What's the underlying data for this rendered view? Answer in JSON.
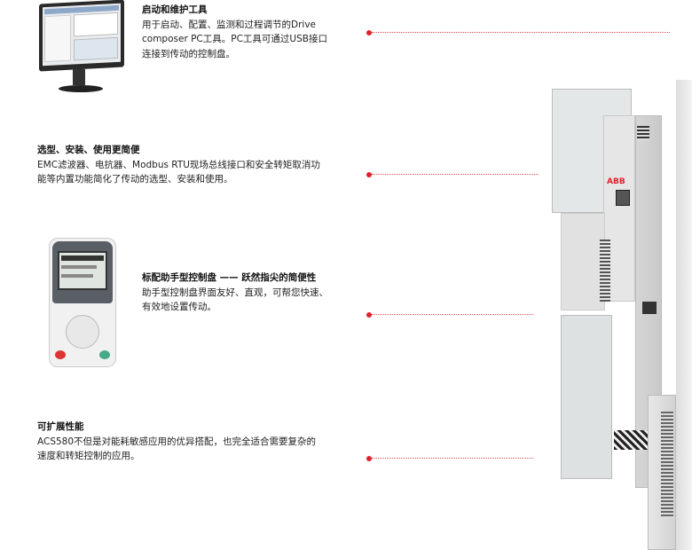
{
  "features": [
    {
      "title": "启动和维护工具",
      "lines": [
        "用于启动、配置、监测和过程调节的Drive",
        "composer PC工具。PC工具可通过USB接口",
        "连接到传动的控制盘。"
      ]
    },
    {
      "title": "选型、安装、使用更简便",
      "lines": [
        "EMC滤波器、电抗器、Modbus RTU现场总线接口和安全转矩取消功",
        "能等内置功能简化了传动的选型、安装和使用。"
      ]
    },
    {
      "title": "标配助手型控制盘 —— 跃然指尖的简便性",
      "lines": [
        "助手型控制盘界面友好、直观，可帮您快速、",
        "有效地设置传动。"
      ]
    },
    {
      "title": "可扩展性能",
      "lines": [
        "ACS580不但是对能耗敏感应用的优异搭配，也完全适合需要复杂的",
        "速度和转矩控制的应用。"
      ]
    }
  ],
  "drive": {
    "brand": "ABB"
  },
  "colors": {
    "accent": "#e0202c"
  }
}
